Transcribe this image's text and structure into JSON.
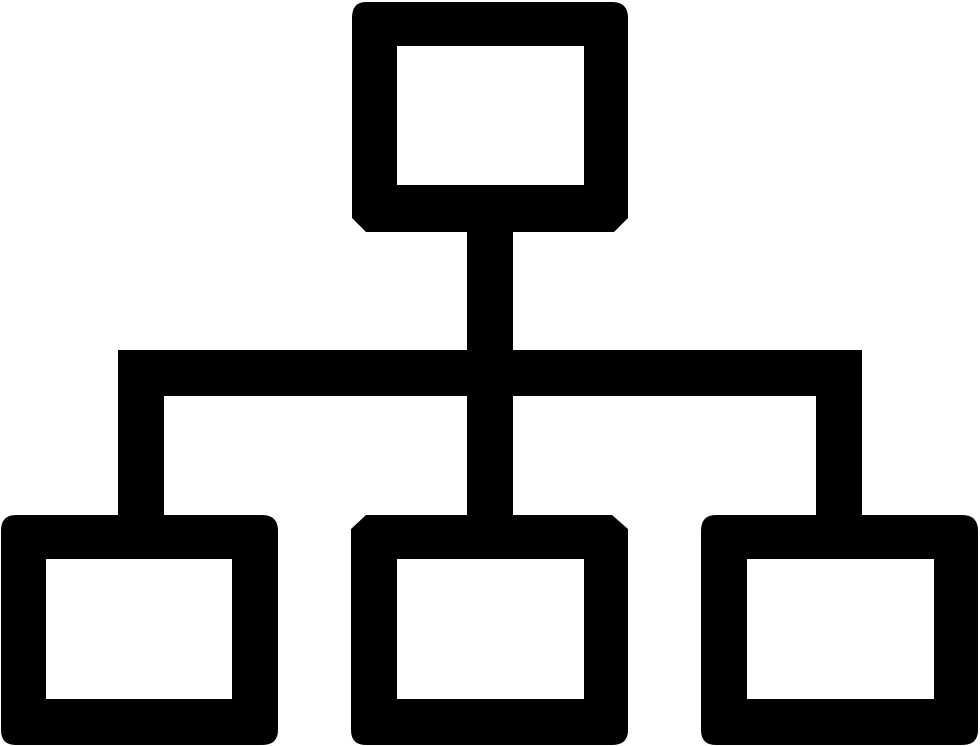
{
  "icon": {
    "name": "org-chart-icon",
    "stroke_color": "#000000",
    "fill_color": "#ffffff",
    "nodes": [
      {
        "name": "root-node",
        "level": 0
      },
      {
        "name": "child-node-left",
        "level": 1
      },
      {
        "name": "child-node-center",
        "level": 1
      },
      {
        "name": "child-node-right",
        "level": 1
      }
    ]
  }
}
